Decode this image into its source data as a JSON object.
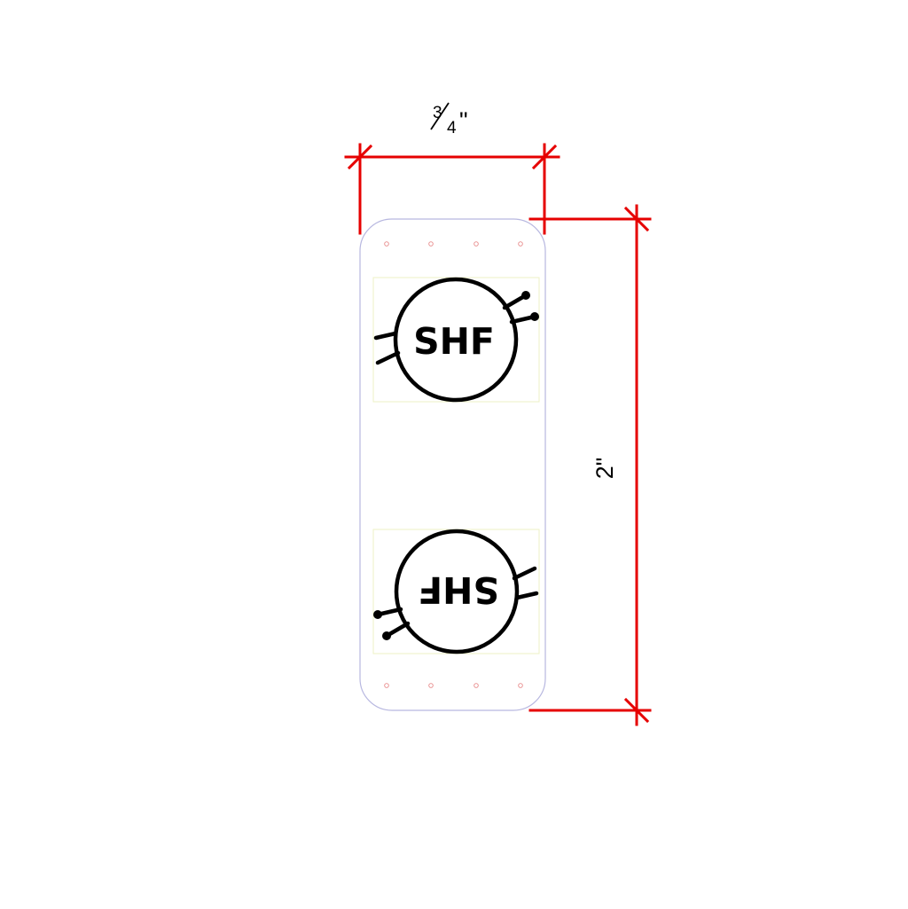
{
  "dimensions": {
    "width": {
      "numerator": "3",
      "denominator": "4",
      "unit": "\""
    },
    "height": {
      "label": "2\""
    }
  },
  "logo": {
    "text": "SHF"
  },
  "colors": {
    "dimension_line": "#e60000",
    "label_outline": "#b8b8e0",
    "logo_box": "#eef2c4",
    "hole": "#e88a8a",
    "ink": "#000000"
  }
}
